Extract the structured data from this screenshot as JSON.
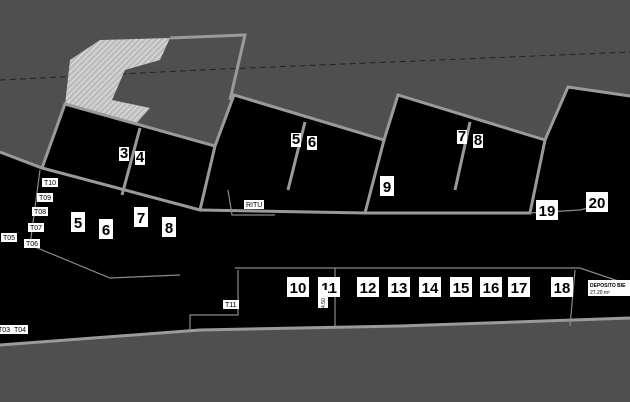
{
  "colors": {
    "background": "#000000",
    "exterior": "#4f4f4f",
    "walls": "#9a9a9a",
    "hatch": "#cfcfcf",
    "labels": "#ffffff"
  },
  "units": [
    "3",
    "4",
    "5",
    "6",
    "7",
    "8",
    "5",
    "6",
    "7",
    "8",
    "9",
    "19",
    "20",
    "10",
    "11",
    "12",
    "13",
    "14",
    "15",
    "16",
    "17",
    "18"
  ],
  "tags": [
    "T10",
    "T09",
    "T08",
    "T07",
    "T06",
    "T05",
    "T03",
    "T04",
    "T11",
    "RITU"
  ],
  "deposit": {
    "name": "DEPOSITO BIE",
    "area": "27.20 m²"
  },
  "dimension": "4.50"
}
